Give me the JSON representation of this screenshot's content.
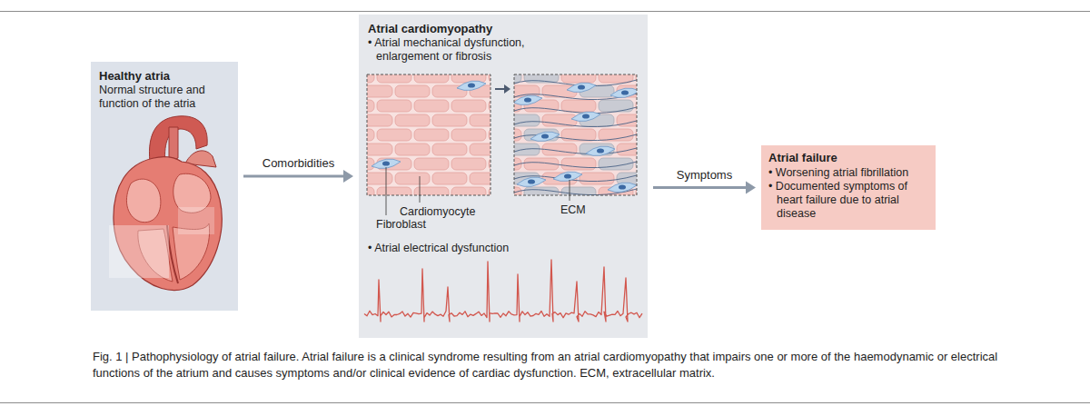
{
  "diagram": {
    "caption": "Fig. 1 | Pathophysiology of atrial failure. Atrial failure is a clinical syndrome resulting from an atrial cardiomyopathy that impairs one or more of the haemodynamic or electrical functions of the atrium and causes symptoms and/or clinical evidence of cardiac dysfunction. ECM, extracellular matrix.",
    "nodes": [
      {
        "text": [
          "Healthy atria",
          "Normal structure and function of the atria"
        ]
      },
      {
        "text": [
          "Atrial cardiomyopathy",
          "• Atrial mechanical dysfunction, enlargement or fibrosis",
          "• Atrial electrical dysfunction"
        ]
      },
      {
        "text": [
          "Atrial failure",
          "• Worsening atrial fibrillation",
          "• Documented symptoms of heart failure due to atrial disease"
        ]
      }
    ],
    "edges": [
      {
        "from": 0,
        "to": 1,
        "arrow": "to",
        "label": "Comorbidities"
      },
      {
        "from": 1,
        "to": 2,
        "arrow": "to",
        "label": "Symptoms"
      }
    ],
    "labels": [
      "Cardiomyocyte",
      "Fibroblast",
      "ECM"
    ]
  }
}
